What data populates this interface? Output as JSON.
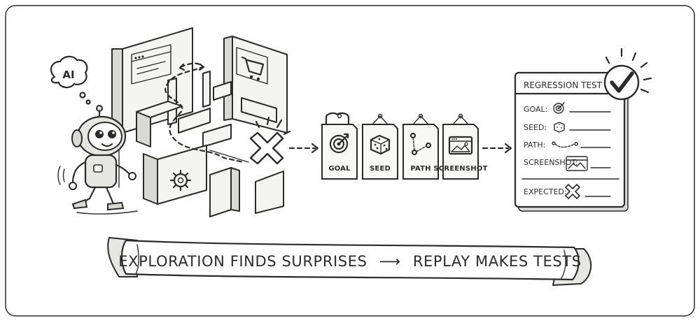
{
  "thought_bubble": {
    "text": "AI"
  },
  "tags": [
    {
      "id": "goal",
      "label": "GOAL",
      "icon": "target-icon"
    },
    {
      "id": "seed",
      "label": "SEED",
      "icon": "dice-icon"
    },
    {
      "id": "path",
      "label": "PATH",
      "icon": "path-icon"
    },
    {
      "id": "screenshot",
      "label": "SCREENSHOT",
      "icon": "screenshot-icon"
    }
  ],
  "card": {
    "title": "REGRESSION TEST",
    "rows": [
      {
        "label": "GOAL:",
        "icon": "target-icon"
      },
      {
        "label": "SEED:",
        "icon": "dice-icon"
      },
      {
        "label": "PATH:",
        "icon": "path-icon"
      },
      {
        "label": "SCREENSHOT:",
        "icon": "screenshot-icon"
      }
    ],
    "expected_label": "EXPECTED:",
    "expected_icon": "x-mark-icon"
  },
  "banner": {
    "left": "EXPLORATION FINDS SURPRISES",
    "arrow": "⟶",
    "right": "REPLAY MAKES TESTS"
  },
  "colors": {
    "ink": "#2b2b2b",
    "paper": "#ffffff",
    "shade": "#d9d9d6"
  }
}
